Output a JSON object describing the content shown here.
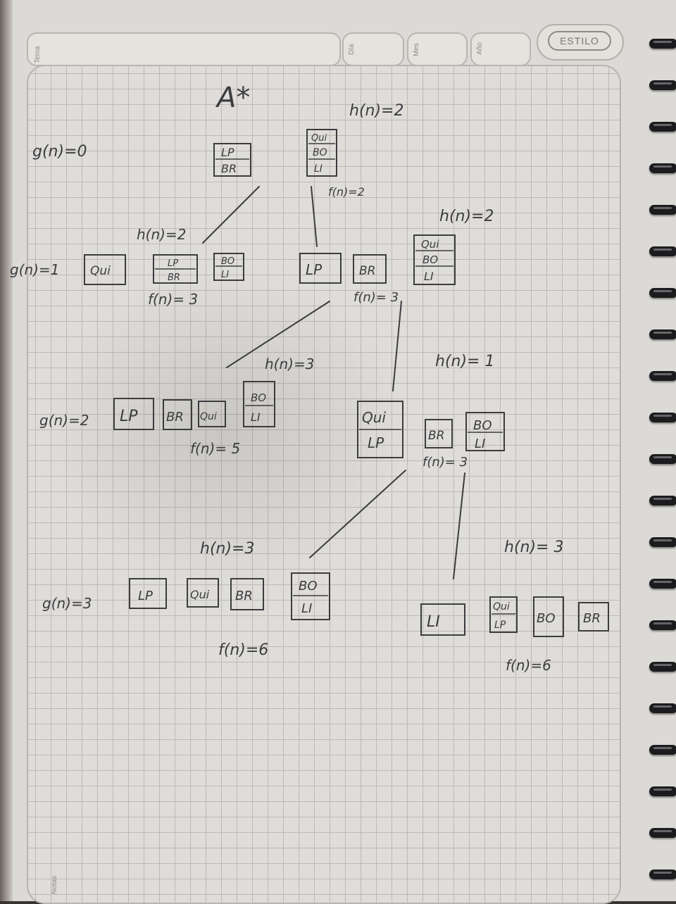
{
  "header": {
    "tema_label": "Tema",
    "dia_label": "Día",
    "mes_label": "Mes",
    "ano_label": "Año",
    "brand": "ESTILO",
    "notas_label": "Notas"
  },
  "title": "A*",
  "levels": {
    "g0": "g(n)=0",
    "g1": "g(n)=1",
    "g2": "g(n)=2",
    "g3": "g(n)=3"
  },
  "annotations": {
    "h_top": "h(n)=2",
    "f_top": "f(n)=2",
    "h_left1": "h(n)=2",
    "f_left1": "f(n)= 3",
    "h_right1": "h(n)=2",
    "f_right1": "f(n)= 3",
    "h_mid2": "h(n)=3",
    "h_right2": "h(n)= 1",
    "f_left2": "f(n)= 5",
    "f_right2": "f(n)= 3",
    "h_left3": "h(n)=3",
    "h_right3": "h(n)= 3",
    "f_left3": "f(n)=6",
    "f_right3": "f(n)=6"
  },
  "nodes": {
    "n0_left": [
      "LP",
      "BR"
    ],
    "n0_right": [
      "Qui",
      "BO",
      "LI"
    ],
    "n1_a": [
      "Qui"
    ],
    "n1_b": [
      "LP",
      "BR"
    ],
    "n1_c": [
      "BO",
      "LI"
    ],
    "n1_d": [
      "LP"
    ],
    "n1_e": [
      "BR"
    ],
    "n1_f": [
      "Qui",
      "BO",
      "LI"
    ],
    "n2_a": [
      "LP"
    ],
    "n2_b": [
      "BR"
    ],
    "n2_c": [
      "Qui"
    ],
    "n2_d": [
      "BO",
      "LI"
    ],
    "n2_e": [
      "Qui",
      "LP"
    ],
    "n2_f": [
      "BR"
    ],
    "n2_g": [
      "BO",
      "LI"
    ],
    "n3_a": [
      "LP"
    ],
    "n3_b": [
      "Qui"
    ],
    "n3_c": [
      "BR"
    ],
    "n3_d": [
      "BO",
      "LI"
    ],
    "n3_e": [
      "LI"
    ],
    "n3_f": [
      "Qui",
      "LP"
    ],
    "n3_g": [
      "BO"
    ],
    "n3_h": [
      "BR"
    ]
  },
  "colors": {
    "ink": "#3c3c40",
    "paper": "#dfddd9",
    "grid": "#bdbab6"
  }
}
